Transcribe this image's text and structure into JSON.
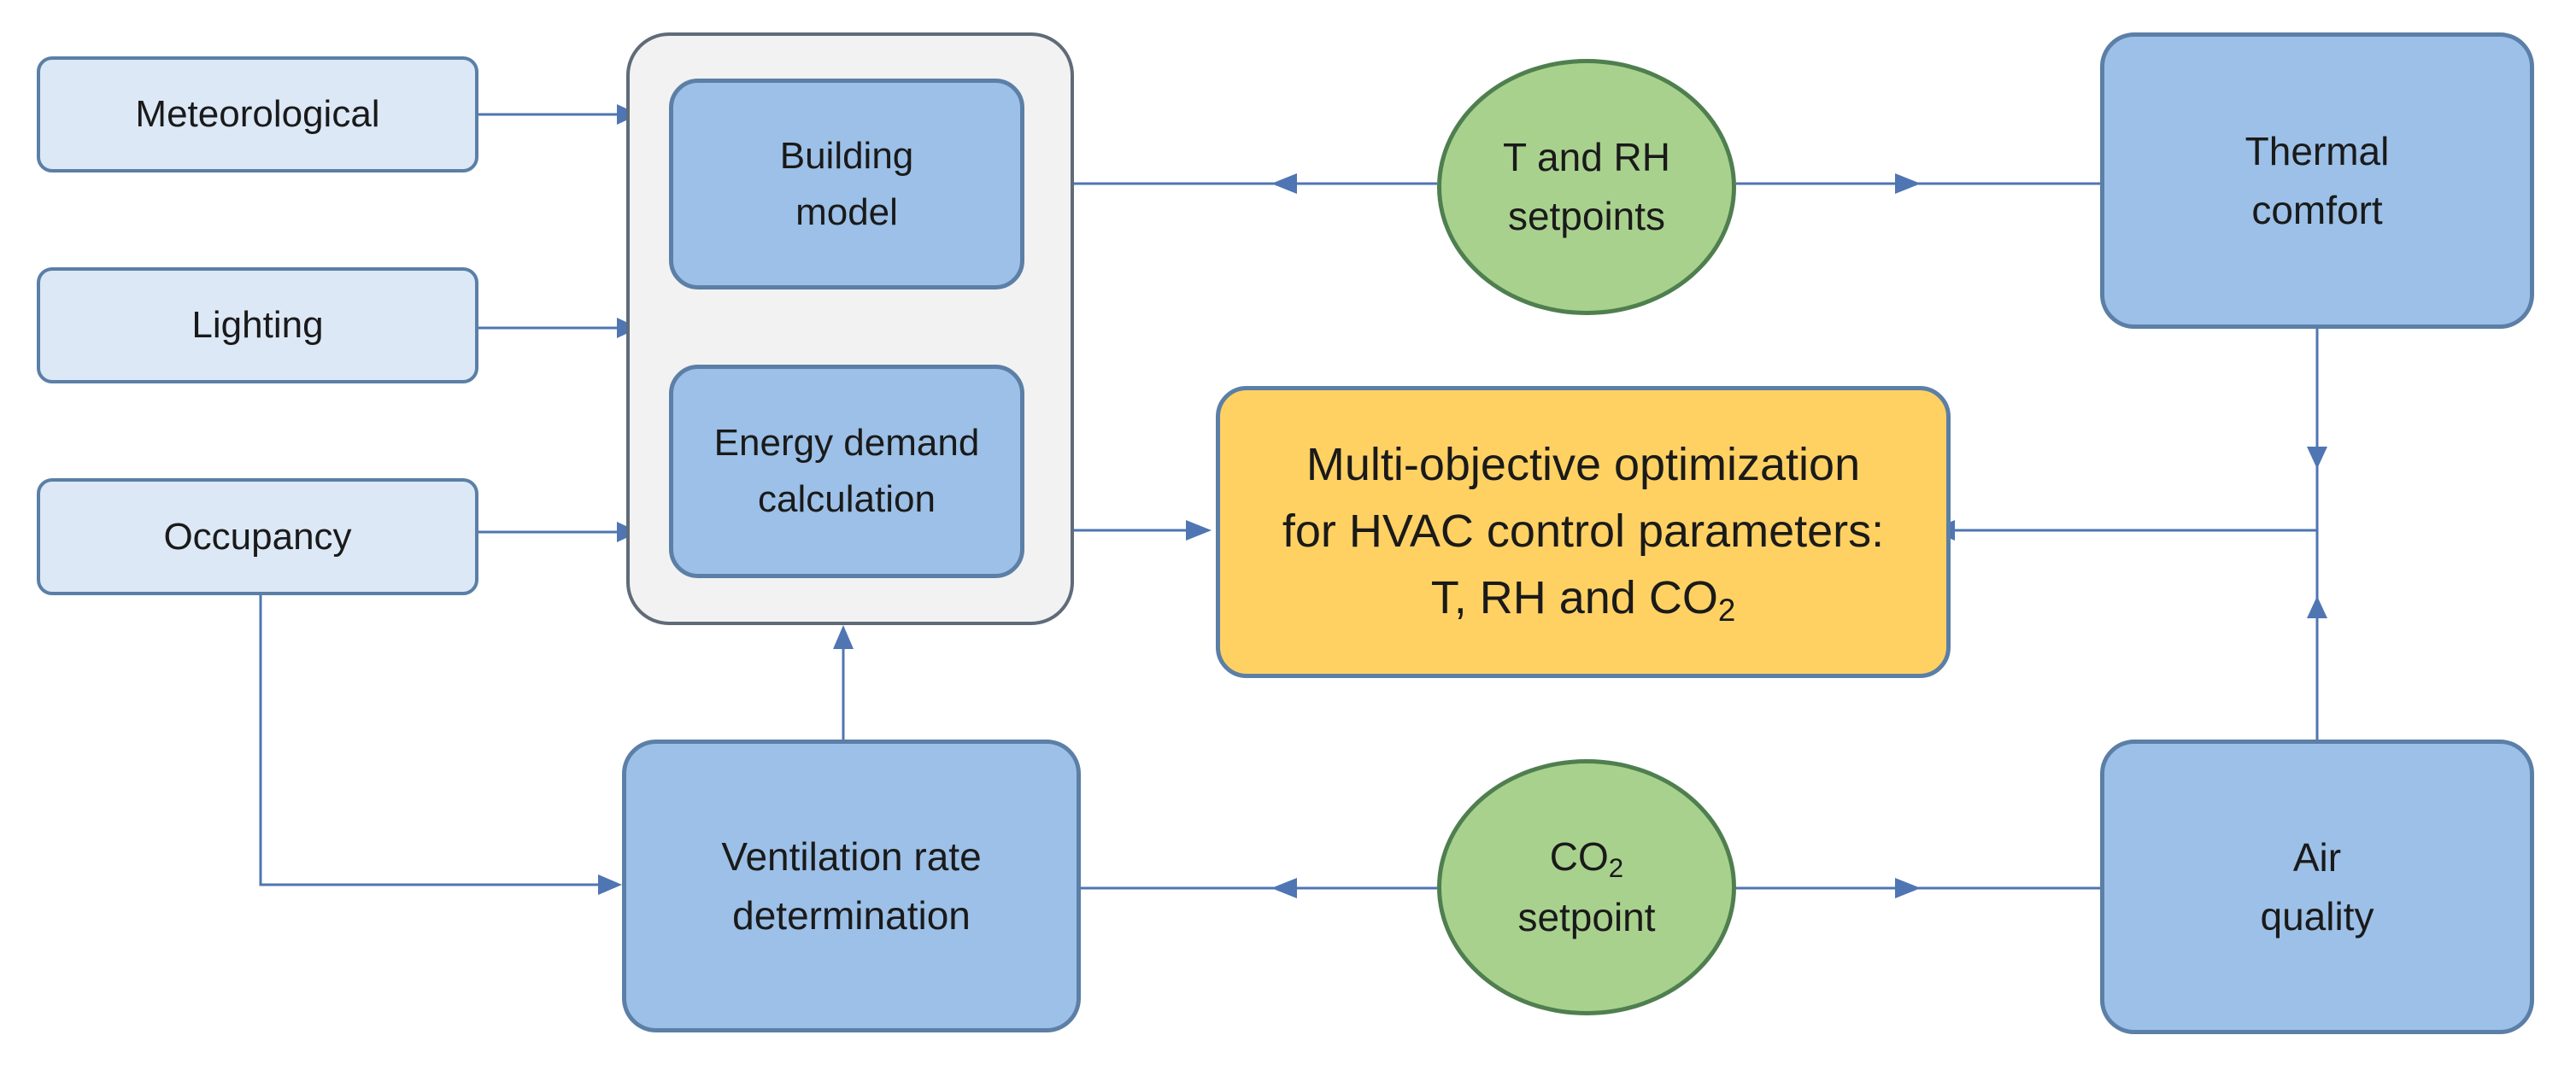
{
  "inputs": {
    "meteorological": "Meteorological",
    "lighting": "Lighting",
    "occupancy": "Occupancy"
  },
  "building_model": {
    "line1": "Building",
    "line2": "model"
  },
  "energy_demand": {
    "line1": "Energy demand",
    "line2": "calculation"
  },
  "t_rh_setpoints": {
    "line1": "T and RH",
    "line2": "setpoints"
  },
  "thermal_comfort": {
    "line1": "Thermal",
    "line2": "comfort"
  },
  "optimization": {
    "line1": "Multi-objective optimization",
    "line2": "for HVAC control parameters:",
    "line3_prefix": "T, RH and CO",
    "line3_sub": "2"
  },
  "ventilation": {
    "line1": "Ventilation rate",
    "line2": "determination"
  },
  "co2_setpoint": {
    "line1_prefix": "CO",
    "line1_sub": "2",
    "line2": "setpoint"
  },
  "air_quality": {
    "line1": "Air",
    "line2": "quality"
  },
  "colors": {
    "input_fill": "#dce8f6",
    "box_fill": "#9cc0e7",
    "circle_fill": "#a9d18e",
    "optimization_fill": "#ffd163",
    "arrow": "#4f75b3"
  }
}
